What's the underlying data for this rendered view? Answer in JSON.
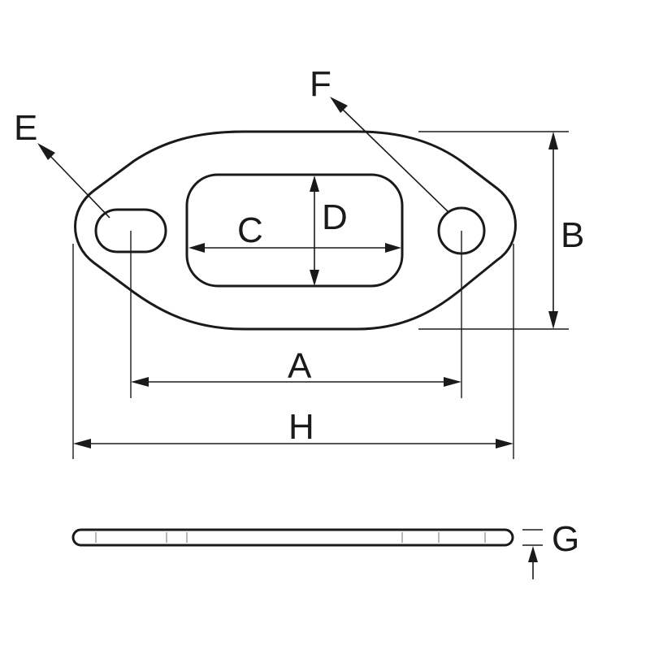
{
  "labels": {
    "a": "A",
    "b": "B",
    "c": "C",
    "d": "D",
    "e": "E",
    "f": "F",
    "g": "G",
    "h": "H"
  },
  "colors": {
    "line": "#1a1a1a",
    "background": "#ffffff"
  }
}
